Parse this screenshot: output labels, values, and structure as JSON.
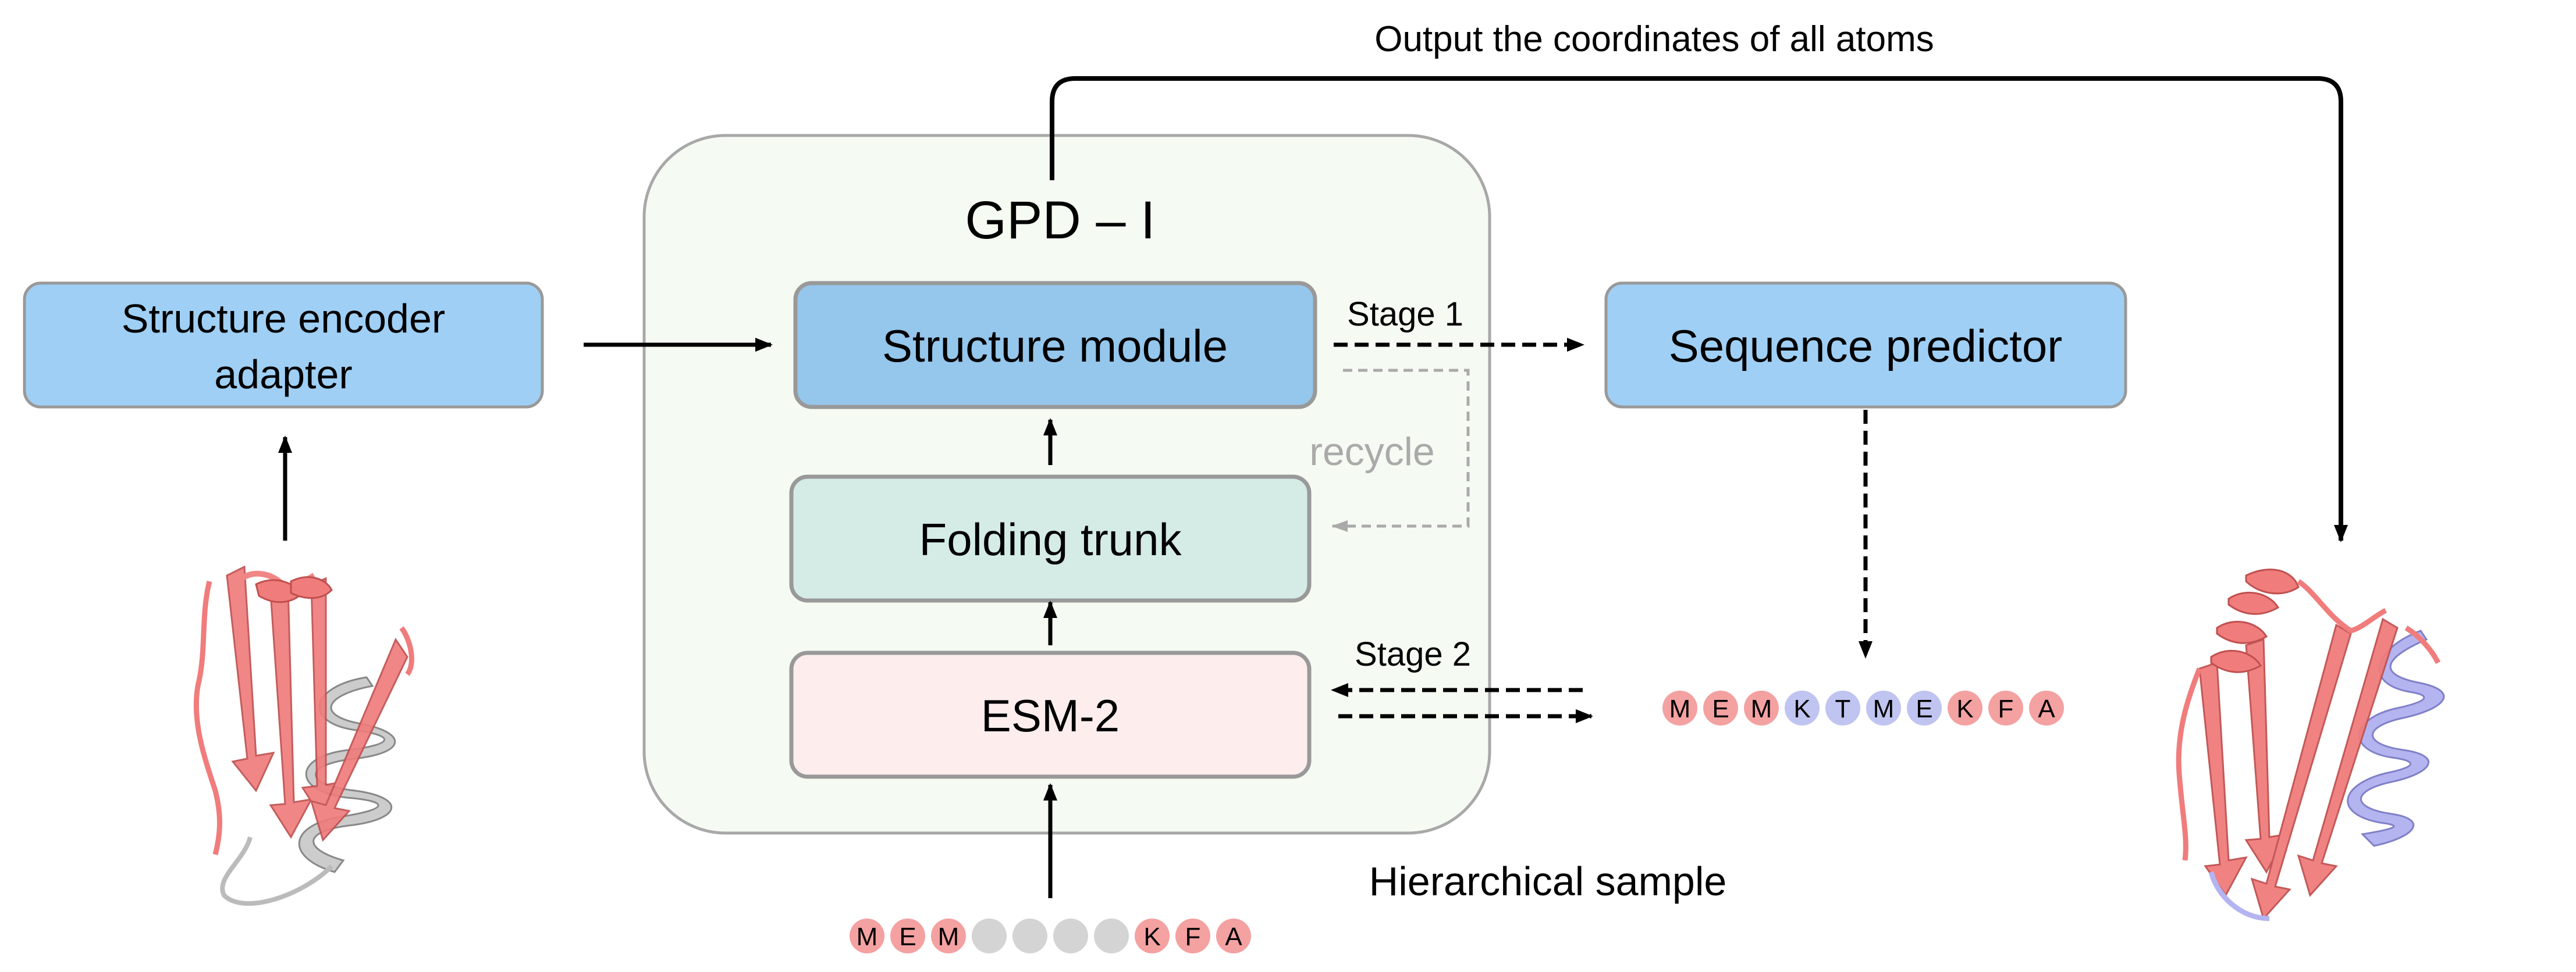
{
  "top_label": "Output the coordinates of all atoms",
  "gpd_title": "GPD – I",
  "encoder": {
    "line1": "Structure encoder",
    "line2": "adapter"
  },
  "structure_module": "Structure module",
  "folding_trunk": "Folding trunk",
  "esm": "ESM-2",
  "sequence_predictor": "Sequence predictor",
  "recycle": "recycle",
  "stage1": "Stage 1",
  "stage2": "Stage 2",
  "hierarchical_sample": "Hierarchical sample",
  "input_sequence": [
    {
      "letter": "M",
      "state": "known"
    },
    {
      "letter": "E",
      "state": "known"
    },
    {
      "letter": "M",
      "state": "known"
    },
    {
      "letter": "",
      "state": "masked"
    },
    {
      "letter": "",
      "state": "masked"
    },
    {
      "letter": "",
      "state": "masked"
    },
    {
      "letter": "",
      "state": "masked"
    },
    {
      "letter": "K",
      "state": "known"
    },
    {
      "letter": "F",
      "state": "known"
    },
    {
      "letter": "A",
      "state": "known"
    }
  ],
  "predicted_sequence": [
    {
      "letter": "M",
      "state": "known"
    },
    {
      "letter": "E",
      "state": "known"
    },
    {
      "letter": "M",
      "state": "known"
    },
    {
      "letter": "K",
      "state": "predicted"
    },
    {
      "letter": "T",
      "state": "predicted"
    },
    {
      "letter": "M",
      "state": "predicted"
    },
    {
      "letter": "E",
      "state": "predicted"
    },
    {
      "letter": "K",
      "state": "known"
    },
    {
      "letter": "F",
      "state": "known"
    },
    {
      "letter": "A",
      "state": "known"
    }
  ],
  "colors": {
    "known": "#f4a1a1",
    "masked": "#d4d4d4",
    "predicted": "#c0c4f0",
    "blue_box": "#9fcff5",
    "structure_box": "#95c6ec",
    "trunk_box": "#d4ebe6",
    "esm_box": "#fdeeed",
    "gpd_panel": "#f5faf2",
    "recycle": "#aaaaaa",
    "protein_red": "#f07c7c",
    "protein_gray": "#cccccc",
    "protein_blue": "#b4b4f0"
  },
  "icons": {
    "input_structure": "protein-ribbon-icon",
    "output_structure": "protein-ribbon-icon"
  }
}
